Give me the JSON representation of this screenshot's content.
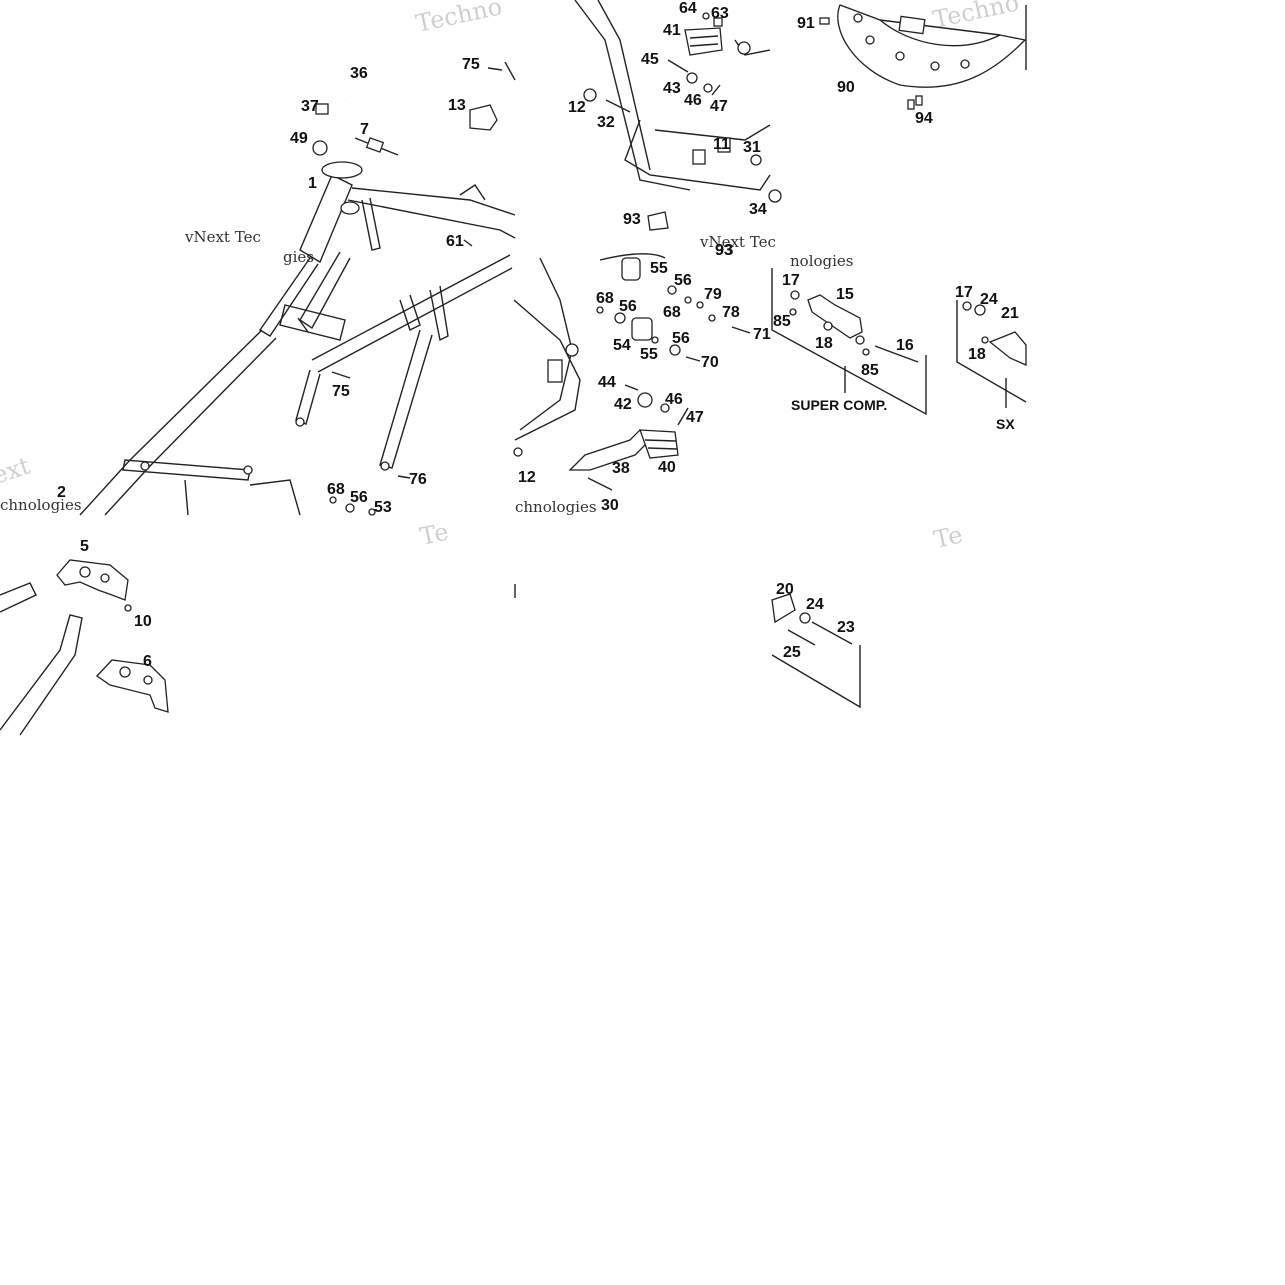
{
  "tiles": [
    {
      "id": "t-frame",
      "name": "frame-tile"
    },
    {
      "id": "t-footpegs",
      "name": "footpeg-tile"
    },
    {
      "id": "t-skidplate",
      "name": "skid-plate-tile"
    },
    {
      "id": "t-mount-left",
      "name": "mount-left-tile"
    },
    {
      "id": "t-mount-right",
      "name": "mount-right-tile"
    },
    {
      "id": "t-engine-guards",
      "name": "engine-guard-tile"
    },
    {
      "id": "t-bolts",
      "name": "bolt-set-tile"
    }
  ],
  "callouts": [
    "1",
    "2",
    "5",
    "6",
    "7",
    "10",
    "11",
    "12",
    "12",
    "13",
    "15",
    "16",
    "17",
    "17",
    "18",
    "18",
    "20",
    "21",
    "23",
    "24",
    "24",
    "25",
    "30",
    "31",
    "32",
    "34",
    "36",
    "37",
    "38",
    "40",
    "41",
    "42",
    "43",
    "44",
    "45",
    "46",
    "46",
    "47",
    "47",
    "49",
    "53",
    "54",
    "55",
    "55",
    "56",
    "56",
    "56",
    "56",
    "61",
    "63",
    "64",
    "68",
    "68",
    "68",
    "70",
    "71",
    "75",
    "75",
    "76",
    "78",
    "79",
    "85",
    "85",
    "90",
    "91",
    "93",
    "93",
    "94"
  ],
  "captions": {
    "super_comp": "SUPER COMP.",
    "sx": "SX"
  },
  "watermarks": {
    "brand_fragment": "Techno",
    "tec_fragment": "vNext Tec",
    "vnext": "vNext",
    "nologies": "nologies",
    "ext": "ext",
    "chnologies": "chnologies",
    "te": "Te",
    "gies": "gies",
    "t93": "93"
  }
}
